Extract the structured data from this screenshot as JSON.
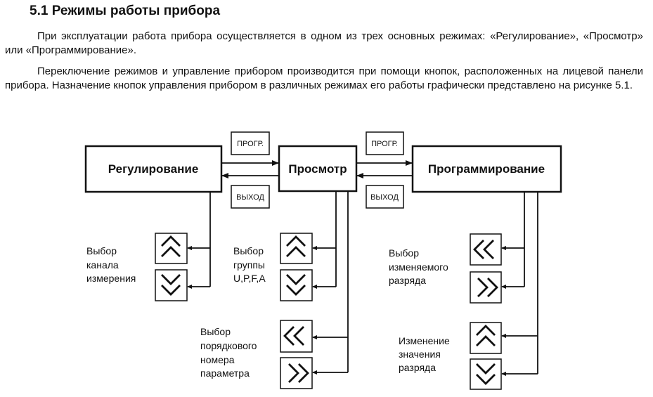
{
  "heading": "5.1 Режимы работы прибора",
  "paragraphs": [
    "При эксплуатации работа прибора осуществляется в одном из трех основных режимах: «Регулирование», «Просмотр» или «Программирование».",
    "Переключение режимов и управление прибором производится при помощи кнопок, расположенных на лицевой панели прибора. Назначение кнопок управления прибором в различных режимах его работы графически представлено на рисунке 5.1."
  ],
  "diagram": {
    "modes": {
      "regulation": "Регулирование",
      "view": "Просмотр",
      "programming": "Программирование"
    },
    "keys": {
      "prog1": "ПРОГР.",
      "exit1": "ВЫХОД",
      "prog2": "ПРОГР.",
      "exit2": "ВЫХОД"
    },
    "labels": {
      "channel": [
        "Выбор",
        "канала",
        "измерения"
      ],
      "group": [
        "Выбор",
        "группы",
        "U,P,F,A"
      ],
      "param": [
        "Выбор",
        "порядкового",
        "номера",
        "параметра"
      ],
      "digit_select": [
        "Выбор",
        "изменяемого",
        "разряда"
      ],
      "digit_change": [
        "Изменение",
        "значения",
        "разряда"
      ]
    }
  }
}
